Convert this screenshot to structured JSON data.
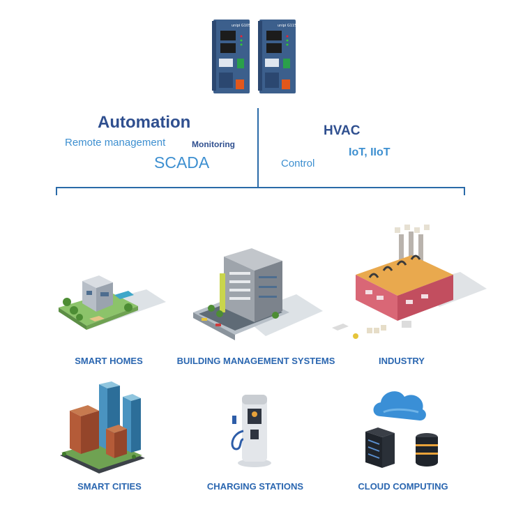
{
  "device": {
    "brand_label": "unipi G105"
  },
  "keywords": {
    "automation": "Automation",
    "remote_management": "Remote management",
    "monitoring": "Monitoring",
    "scada": "SCADA",
    "hvac": "HVAC",
    "iot": "IoT, IIoT",
    "control": "Control"
  },
  "categories": [
    {
      "label": "SMART HOMES",
      "icon": "smart-home-icon"
    },
    {
      "label": "BUILDING MANAGEMENT SYSTEMS",
      "icon": "office-building-icon"
    },
    {
      "label": "INDUSTRY",
      "icon": "factory-icon"
    },
    {
      "label": "SMART CITIES",
      "icon": "city-skyline-icon"
    },
    {
      "label": "CHARGING STATIONS",
      "icon": "ev-charger-icon"
    },
    {
      "label": "CLOUD COMPUTING",
      "icon": "cloud-server-icon"
    }
  ],
  "colors": {
    "dark_blue": "#2f4f8f",
    "light_blue": "#3d8fd0",
    "line": "#2a6aa8",
    "caption": "#2a66b0"
  }
}
